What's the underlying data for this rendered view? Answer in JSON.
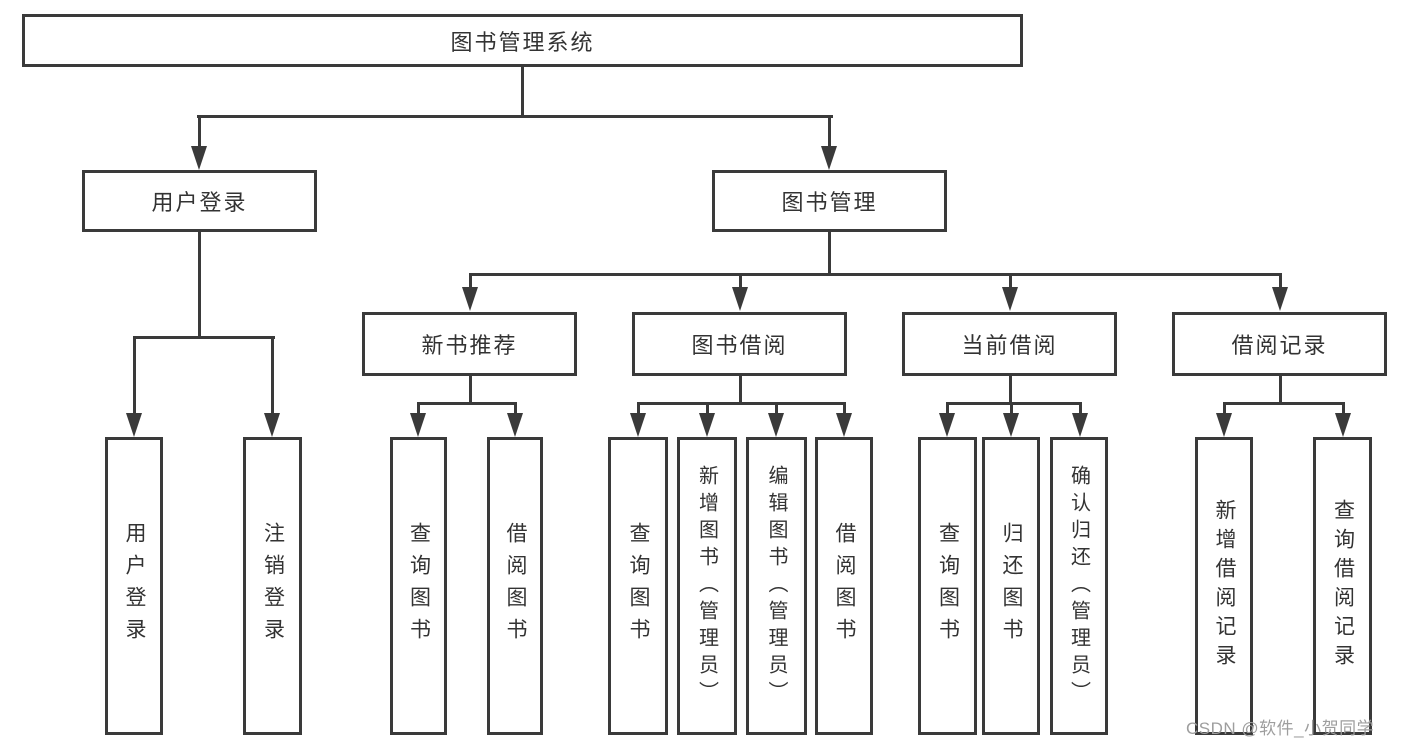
{
  "diagram": {
    "root": {
      "label": "图书管理系统"
    },
    "branches": [
      {
        "label": "用户登录",
        "children": [
          {
            "label": "用户登录"
          },
          {
            "label": "注销登录"
          }
        ]
      },
      {
        "label": "图书管理",
        "children": [
          {
            "label": "新书推荐",
            "children": [
              {
                "label": "查询图书"
              },
              {
                "label": "借阅图书"
              }
            ]
          },
          {
            "label": "图书借阅",
            "children": [
              {
                "label": "查询图书"
              },
              {
                "label": "新增图书（管理员）"
              },
              {
                "label": "编辑图书（管理员）"
              },
              {
                "label": "借阅图书"
              }
            ]
          },
          {
            "label": "当前借阅",
            "children": [
              {
                "label": "查询图书"
              },
              {
                "label": "归还图书"
              },
              {
                "label": "确认归还（管理员）"
              }
            ]
          },
          {
            "label": "借阅记录",
            "children": [
              {
                "label": "新增借阅记录"
              },
              {
                "label": "查询借阅记录"
              }
            ]
          }
        ]
      }
    ],
    "watermark": "CSDN @软件_小贺同学",
    "colors": {
      "line": "#3a3a3a",
      "text": "#333333",
      "watermark": "#9e9e9e",
      "background": "#ffffff"
    }
  }
}
